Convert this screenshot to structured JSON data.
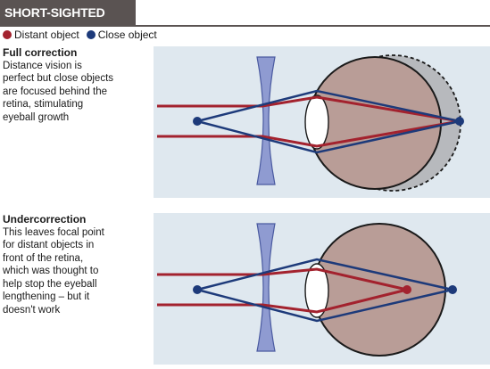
{
  "title": "SHORT-SIGHTED THEORY",
  "legend": {
    "distant": {
      "label": "Distant object",
      "color": "#a3222e"
    },
    "close": {
      "label": "Close object",
      "color": "#1d3a7a"
    }
  },
  "panels": [
    {
      "heading": "Full correction",
      "body": "Distance vision is\nperfect but close objects\nare focused behind the\nretina, stimulating\neyeball growth"
    },
    {
      "heading": "Undercorrection",
      "body": "This leaves focal point\nfor distant objects in\nfront of the retina,\nwhich was thought to\nhelp stop the eyeball\nlengthening – but it\ndoesn't work"
    }
  ],
  "colors": {
    "panel_bg": "#dfe8ef",
    "lens": "#8f9bd1",
    "eyeball": "#b99d97",
    "eye_lens": "#ffffff",
    "grown_eye": "#b7b9bd"
  }
}
